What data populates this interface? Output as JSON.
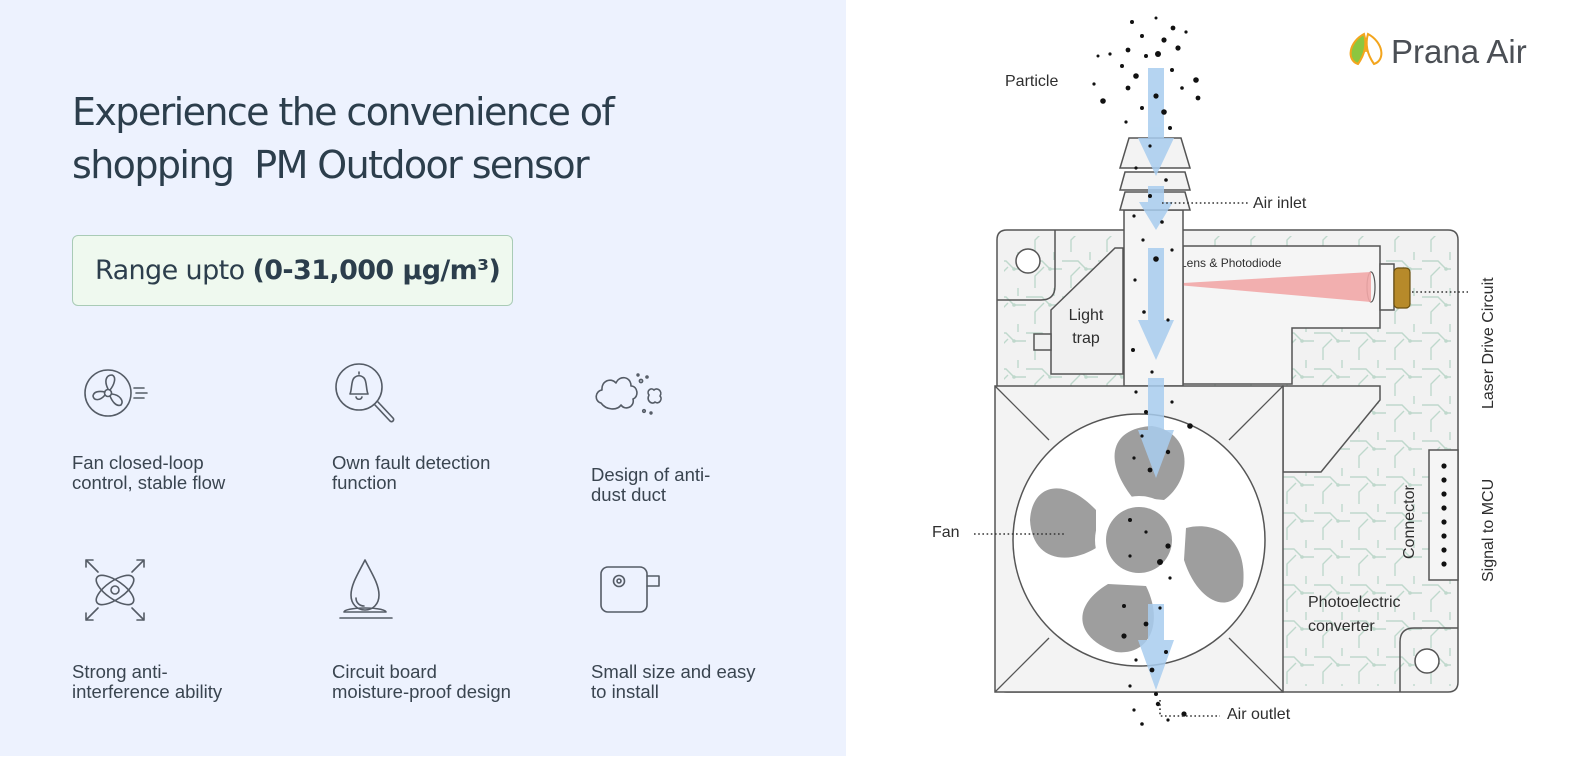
{
  "headline": {
    "line1": "Experience the convenience of",
    "line2": "shopping  PM Outdoor sensor"
  },
  "range": {
    "prefix": "Range upto ",
    "value": "(0-31,000 µg/m³)"
  },
  "features": [
    {
      "icon": "fan-icon",
      "line1": "Fan closed-loop",
      "line2": "control, stable flow"
    },
    {
      "icon": "bell-search-icon",
      "line1": "Own fault detection",
      "line2": "function"
    },
    {
      "icon": "dust-cloud-icon",
      "line1": "Design of anti-",
      "line2": "dust duct"
    },
    {
      "icon": "atom-arrows-icon",
      "line1": "Strong anti-",
      "line2": "interference ability"
    },
    {
      "icon": "droplet-icon",
      "line1": "Circuit board",
      "line2": "moisture-proof design"
    },
    {
      "icon": "plug-box-icon",
      "line1": "Small size and easy",
      "line2": "to install"
    }
  ],
  "logo": {
    "text": "Prana Air"
  },
  "diagram": {
    "particle": "Particle",
    "air_inlet": "Air inlet",
    "lens": "Lens & Photodiode",
    "light_trap_1": "Light",
    "light_trap_2": "trap",
    "laser": "Laser Drive Circuit",
    "fan": "Fan",
    "connector": "Connector",
    "signal": "Signal to MCU",
    "photo_1": "Photoelectric",
    "photo_2": "converter",
    "air_outlet": "Air outlet"
  },
  "colors": {
    "panel_bg": "#edf2fe",
    "heading": "#2c3e4c",
    "range_border": "#a9cbb6",
    "range_bg": "#eff9ef",
    "flow_arrow": "#a8cdef",
    "laser_beam": "#f2a7a7",
    "logo_green": "#8cc63f",
    "logo_orange": "#f3a51d"
  }
}
